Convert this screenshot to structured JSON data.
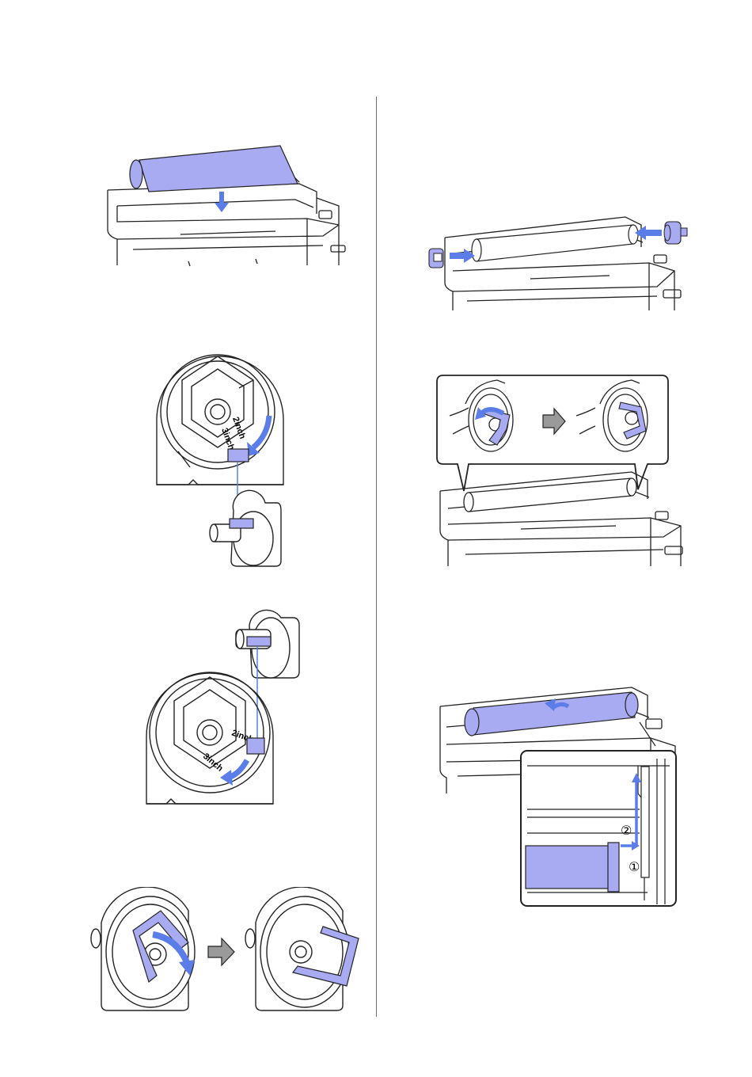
{
  "page": {
    "figures": [
      {
        "id": "fig-1",
        "caption": ""
      },
      {
        "id": "fig-2",
        "caption": ""
      },
      {
        "id": "fig-3",
        "caption": ""
      },
      {
        "id": "fig-4",
        "caption": ""
      },
      {
        "id": "fig-5",
        "caption": ""
      },
      {
        "id": "fig-6",
        "caption": ""
      },
      {
        "id": "fig-7",
        "caption": ""
      }
    ]
  },
  "adapter_labels": {
    "two_inch": "2inch",
    "three_inch": "3inch"
  },
  "callouts": {
    "step_1": "①",
    "step_2": "②"
  },
  "colors": {
    "accent_fill": "#a8aaf2",
    "accent_arrow": "#5b7de8",
    "line": "#222222",
    "gray_arrow": "#9a9a9a"
  },
  "icons": [
    "down-arrow-icon",
    "right-arrow-icon",
    "left-arrow-icon",
    "rotate-arrow-icon",
    "gray-transition-arrow-icon",
    "up-arrow-icon"
  ]
}
